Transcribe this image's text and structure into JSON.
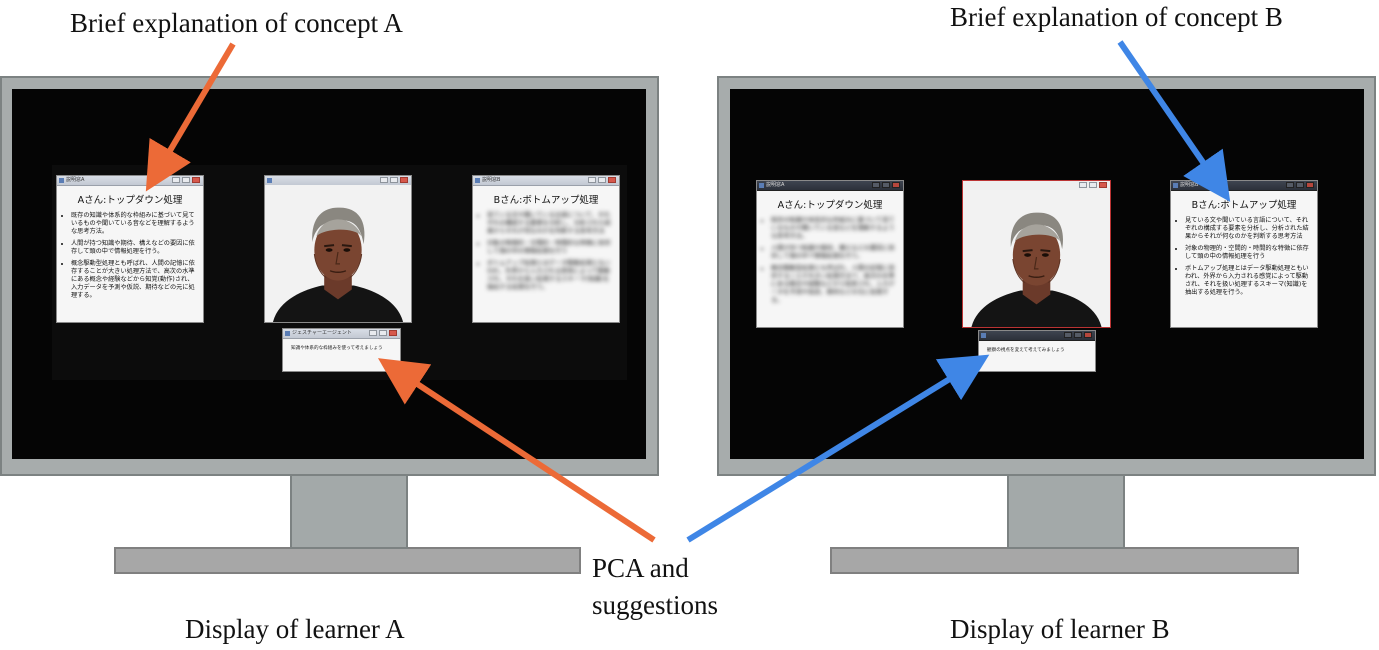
{
  "captions": {
    "concept_a": "Brief explanation of concept A",
    "concept_b": "Brief explanation of concept B",
    "pca_line1": "PCA and",
    "pca_line2": "suggestions",
    "display_a": "Display of learner A",
    "display_b": "Display of learner B"
  },
  "colors": {
    "arrow_orange": "#ec6a37",
    "arrow_blue": "#3f86e6",
    "monitor_gray": "#a7acac",
    "screen_black": "#050505"
  },
  "learner_a": {
    "window_a": {
      "titlebar": "説明窓A",
      "heading": "Aさん:トップダウン処理",
      "bullets": [
        "既存の知識や体系的な枠組みに基づいて見ているものや聞いている音などを理解するような思考方法。",
        "人間が持つ知識や期待、構えなどの要因に依存して頭の中で情報処理を行う。",
        "概念駆動型処理とも呼ばれ、人間の記憶に依存することが大きい処理方法で、高次の水準にある概念や経験などから知覚(動作)され、入力データを予測や仮説、期待などの元に処理する。"
      ]
    },
    "window_b": {
      "titlebar": "説明窓B",
      "heading": "Bさん:ボトムアップ処理",
      "bullets": [
        "見ている文や聞いている言語について、それぞれの構成する要素を分析し、分析された結果からそれが何なのかを判断する思考方法",
        "対象の物理的・空間的・時間的な特徴に依存して頭の中の情報処理を行う",
        "ボトムアップ処理とはデータ駆動処理ともいわれ、外界から入力される感覚によって駆動され、それを扱い処理するスキーマ(知識)を抽出する処理を行う。"
      ]
    },
    "avatar_window": {
      "titlebar": ""
    },
    "suggest_window": {
      "titlebar": "ジェスチャーエージェント",
      "text": "知識や体系的な枠組みを使って考えましょう"
    }
  },
  "learner_b": {
    "window_a": {
      "titlebar": "説明窓A",
      "heading": "Aさん:トップダウン処理",
      "bullets": [
        "既存の知識や体系的な枠組みに基づいて見ているものや聞いている音などを理解するような思考方法。",
        "人間が持つ知識や期待、構えなどの要因に依存して頭の中で情報処理を行う。",
        "概念駆動型処理とも呼ばれ、人間の記憶に依存することが大きい処理方法で、高次の水準にある概念や経験などから知覚され、入力データを予測や仮説、期待などの元に処理する。"
      ]
    },
    "window_b": {
      "titlebar": "説明窓B",
      "heading": "Bさん:ボトムアップ処理",
      "bullets": [
        "見ている文や聞いている言語について、それぞれの構成する要素を分析し、分析された結果からそれが何なのかを判断する思考方法",
        "対象の物理的・空間的・時間的な特徴に依存して頭の中の情報処理を行う",
        "ボトムアップ処理とはデータ駆動処理ともいわれ、外界から入力される感覚によって駆動され、それを扱い処理するスキーマ(知識)を抽出する処理を行う。"
      ]
    },
    "avatar_window": {
      "titlebar": ""
    },
    "suggest_window": {
      "titlebar": "",
      "text": "観察の視点を変えて考えてみましょう"
    }
  }
}
